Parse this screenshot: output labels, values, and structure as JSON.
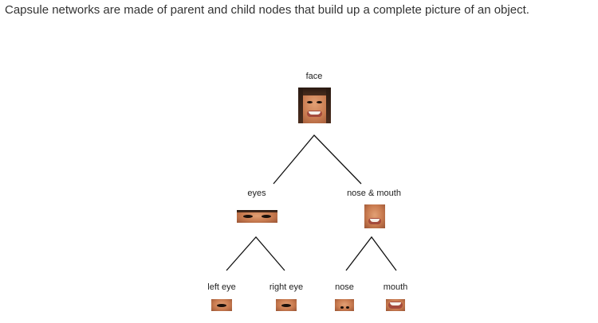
{
  "caption": "Capsule networks are made of parent and child nodes that build up a complete picture of an object.",
  "nodes": {
    "face": "face",
    "eyes": "eyes",
    "nose_mouth": "nose & mouth",
    "left_eye": "left eye",
    "right_eye": "right eye",
    "nose": "nose",
    "mouth": "mouth"
  },
  "colors": {
    "line": "#111111",
    "caption_text": "#333333"
  }
}
